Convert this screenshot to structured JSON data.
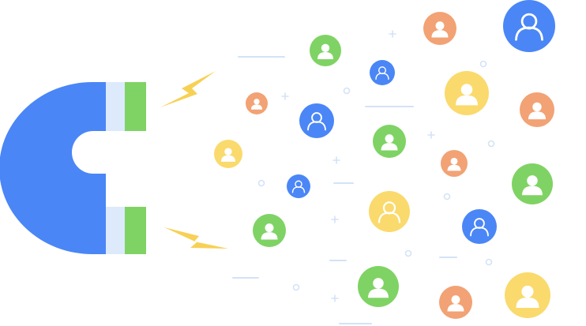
{
  "palette": {
    "blue": "#4a86f6",
    "green": "#7fd364",
    "orange": "#f2a274",
    "yellow": "#fada6d",
    "magnet_blue": "#4a86f6",
    "magnet_tip_light": "#ddeafc",
    "magnet_tip_green": "#7fd364",
    "spark": "#f7d155",
    "decor": "#d3e3f7"
  },
  "magnet": {
    "icon": "horseshoe-magnet-icon",
    "tip_colors": [
      "magnet_tip_light",
      "magnet_tip_green"
    ]
  },
  "sparks": [
    {
      "icon": "lightning-bolt-icon",
      "color": "spark"
    },
    {
      "icon": "lightning-bolt-icon",
      "color": "spark"
    }
  ],
  "avatars": [
    {
      "icon": "user-icon",
      "color": "orange",
      "style": "filled"
    },
    {
      "icon": "user-icon",
      "color": "blue",
      "style": "outline"
    },
    {
      "icon": "user-icon",
      "color": "green",
      "style": "filled"
    },
    {
      "icon": "user-icon",
      "color": "blue",
      "style": "outline"
    },
    {
      "icon": "user-icon",
      "color": "yellow",
      "style": "filled"
    },
    {
      "icon": "user-icon",
      "color": "orange",
      "style": "filled"
    },
    {
      "icon": "user-icon",
      "color": "blue",
      "style": "outline"
    },
    {
      "icon": "user-icon",
      "color": "orange",
      "style": "filled"
    },
    {
      "icon": "user-icon",
      "color": "green",
      "style": "filled"
    },
    {
      "icon": "user-icon",
      "color": "yellow",
      "style": "filled"
    },
    {
      "icon": "user-icon",
      "color": "orange",
      "style": "filled"
    },
    {
      "icon": "user-icon",
      "color": "blue",
      "style": "outline"
    },
    {
      "icon": "user-icon",
      "color": "green",
      "style": "filled"
    },
    {
      "icon": "user-icon",
      "color": "yellow",
      "style": "outline"
    },
    {
      "icon": "user-icon",
      "color": "blue",
      "style": "outline"
    },
    {
      "icon": "user-icon",
      "color": "green",
      "style": "filled"
    },
    {
      "icon": "user-icon",
      "color": "green",
      "style": "filled"
    },
    {
      "icon": "user-icon",
      "color": "orange",
      "style": "filled"
    },
    {
      "icon": "user-icon",
      "color": "yellow",
      "style": "filled"
    }
  ]
}
